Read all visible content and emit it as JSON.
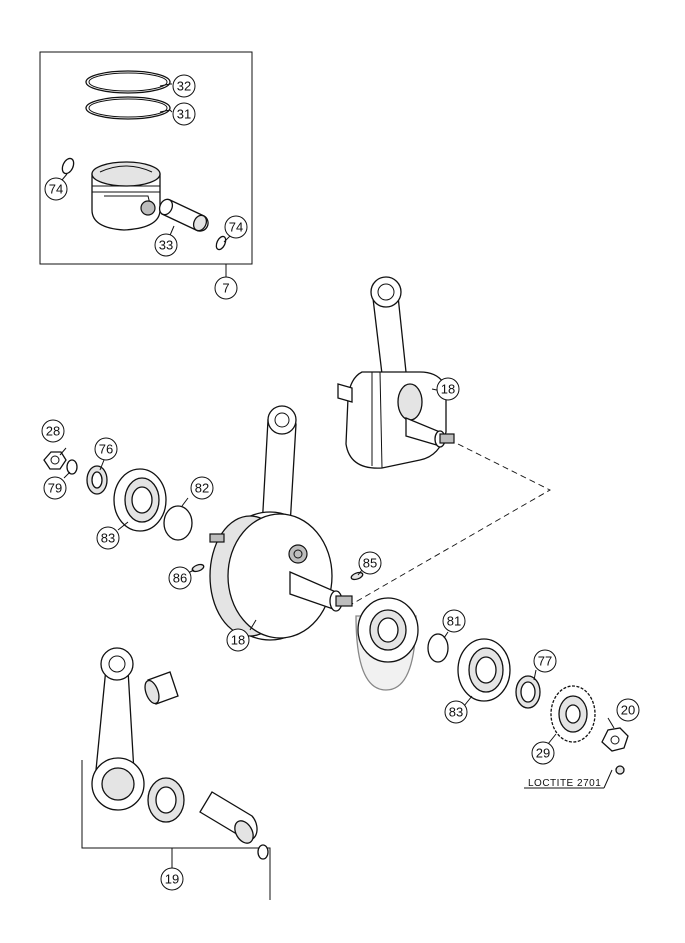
{
  "callouts": [
    {
      "id": "32",
      "label": "32"
    },
    {
      "id": "31",
      "label": "31"
    },
    {
      "id": "74a",
      "label": "74"
    },
    {
      "id": "33",
      "label": "33"
    },
    {
      "id": "74b",
      "label": "74"
    },
    {
      "id": "7",
      "label": "7"
    },
    {
      "id": "18a",
      "label": "18"
    },
    {
      "id": "28",
      "label": "28"
    },
    {
      "id": "76",
      "label": "76"
    },
    {
      "id": "79",
      "label": "79"
    },
    {
      "id": "82",
      "label": "82"
    },
    {
      "id": "83a",
      "label": "83"
    },
    {
      "id": "86",
      "label": "86"
    },
    {
      "id": "85",
      "label": "85"
    },
    {
      "id": "18b",
      "label": "18"
    },
    {
      "id": "81",
      "label": "81"
    },
    {
      "id": "77",
      "label": "77"
    },
    {
      "id": "20",
      "label": "20"
    },
    {
      "id": "83b",
      "label": "83"
    },
    {
      "id": "29",
      "label": "29"
    },
    {
      "id": "19",
      "label": "19"
    }
  ],
  "note": {
    "text": "LOCTITE 2701"
  }
}
